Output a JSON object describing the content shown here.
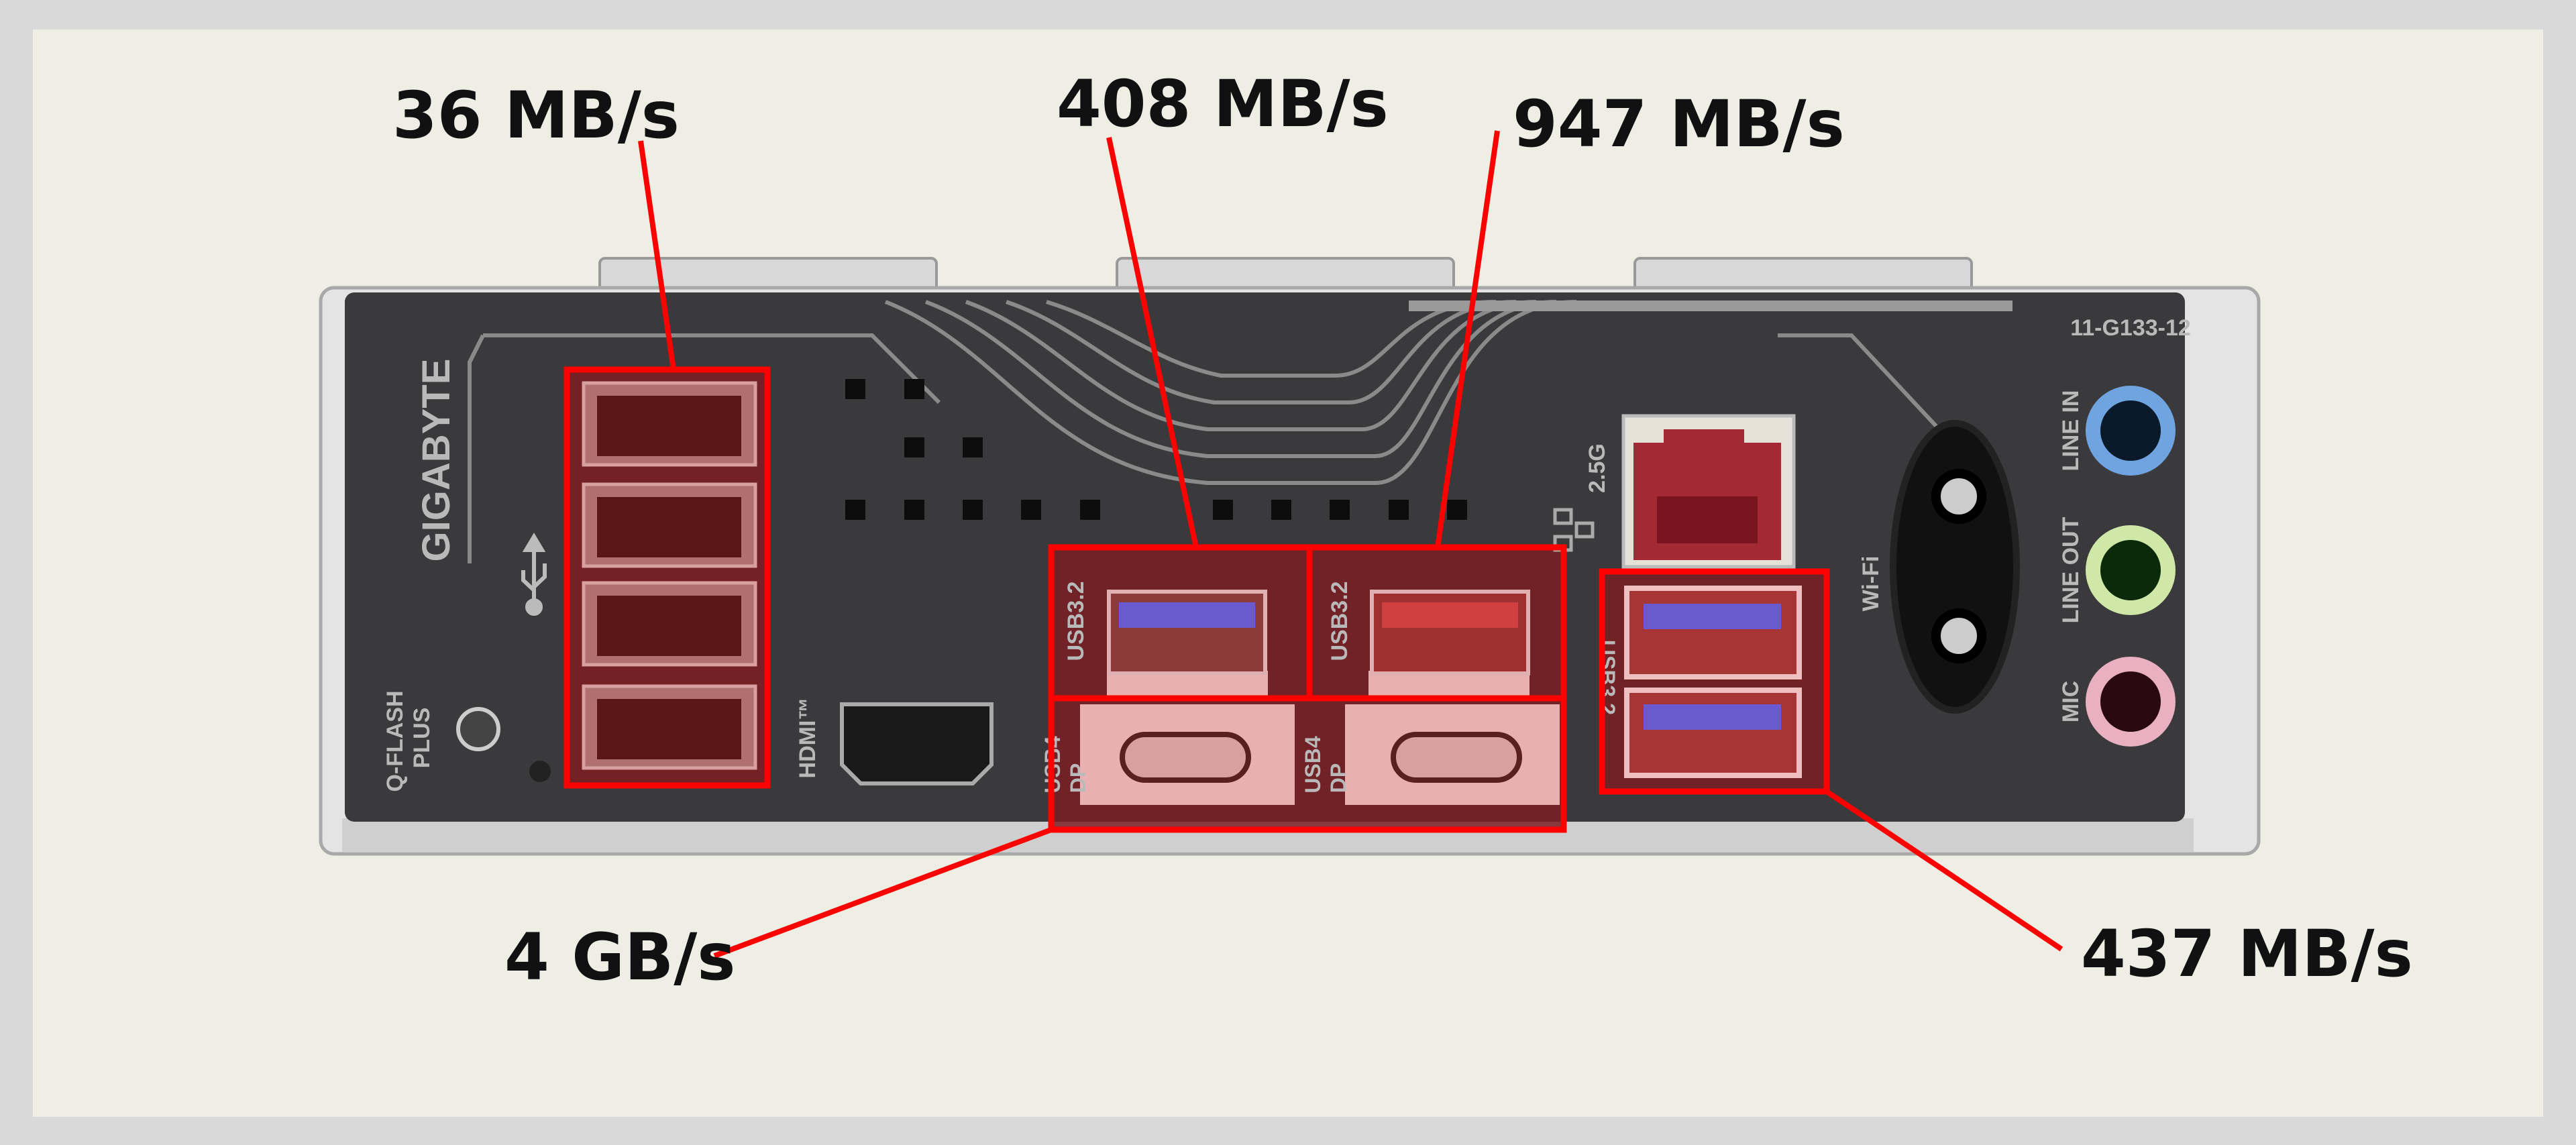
{
  "annotations": {
    "usb2_stack": "36 MB/s",
    "usb32_blue": "408 MB/s",
    "usb32_red": "947 MB/s",
    "usb4": "4 GB/s",
    "usb32_right": "437 MB/s"
  },
  "board": {
    "brand": "GIGABYTE",
    "qflash_line1": "Q-FLASH",
    "qflash_line2": "PLUS",
    "hdmi": "HDMI™",
    "usb32_a": "USB3.2",
    "usb32_b": "USB3.2",
    "usb4_a": "USB4",
    "dp_a": "DP",
    "usb4_b": "USB4",
    "dp_b": "DP",
    "usb32_c": "USB3.2",
    "lan": "2.5G",
    "wifi": "Wi-Fi",
    "line_in": "LINE IN",
    "line_out": "LINE OUT",
    "mic": "MIC",
    "part_number": "11-G133-12"
  },
  "colors": {
    "highlight": "#ff0000",
    "background": "#eeeee4",
    "panel": "#3a3a3c"
  }
}
